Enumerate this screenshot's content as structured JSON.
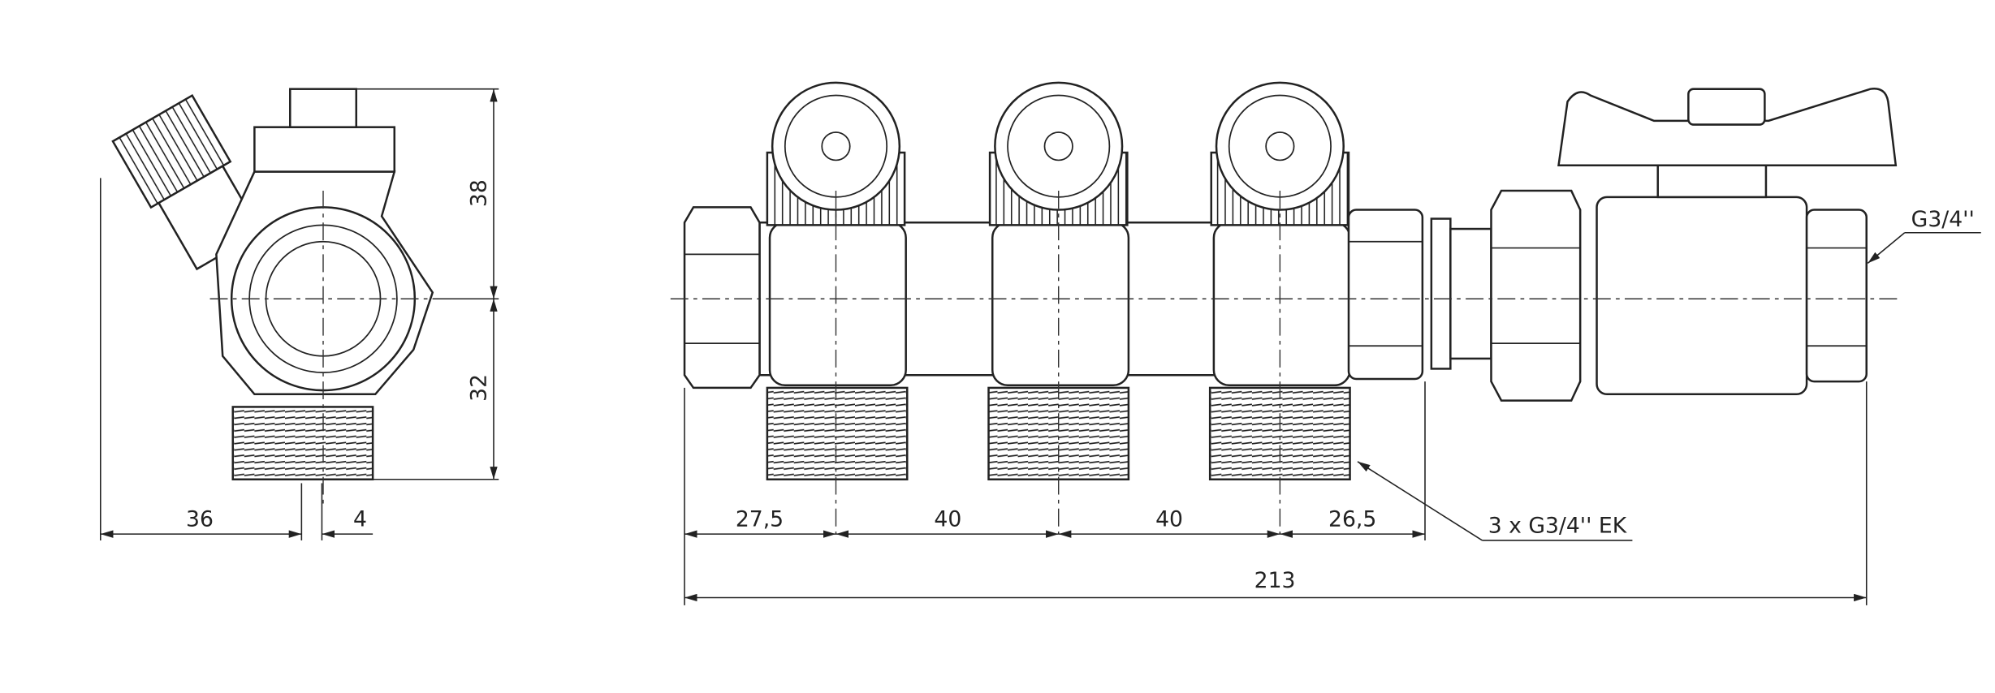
{
  "drawing": {
    "side_view": {
      "dim_height_top": "38",
      "dim_height_bottom": "32",
      "dim_width": "36",
      "dim_offset": "4"
    },
    "front_view": {
      "dim_spacing": [
        "27,5",
        "40",
        "40",
        "26,5"
      ],
      "dim_total": "213",
      "outlet_callout": "3 x G3/4'' EK",
      "inlet_callout": "G3/4''",
      "outlet_count": 3
    }
  }
}
